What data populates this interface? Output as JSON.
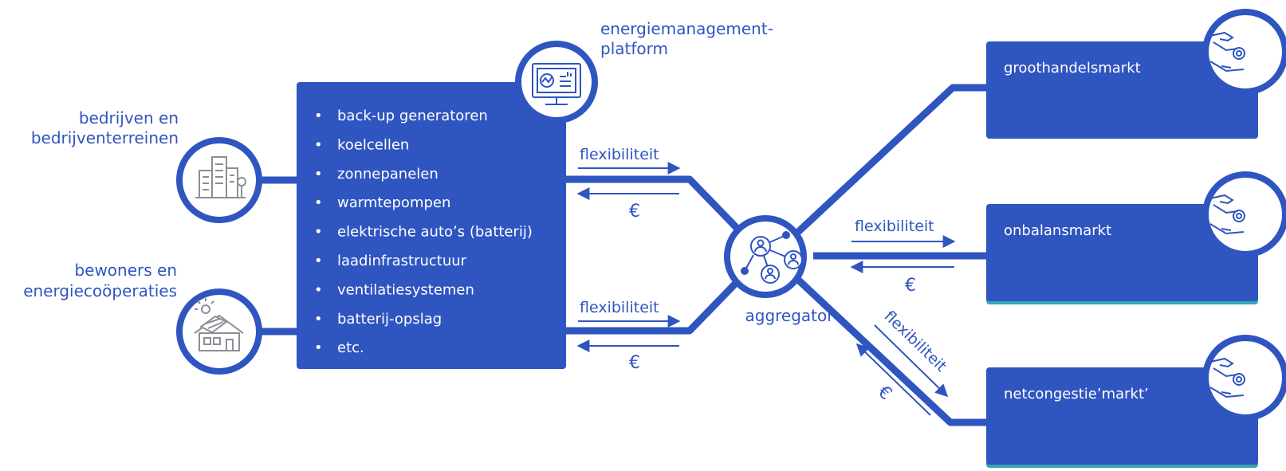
{
  "colors": {
    "primary": "#2f55c0",
    "icon_stroke": "#8a8f94",
    "box_text": "#ffffff",
    "label_text": "#2f55c0",
    "market_border": "#3aa6b5"
  },
  "actors": {
    "businesses": {
      "label_lines": [
        "bedrijven en",
        "bedrijventerreinen"
      ],
      "icon": "buildings-icon"
    },
    "residents": {
      "label_lines": [
        "bewoners en",
        "energiecoöperaties"
      ],
      "icon": "house-solar-icon"
    }
  },
  "assets_box": {
    "bullet": "•",
    "items": [
      "back-up generatoren",
      "koelcellen",
      "zonnepanelen",
      "warmtepompen",
      "elektrische auto’s (batterij)",
      "laadinfrastructuur",
      "ventilatiesystemen",
      "batterij-opslag",
      "etc."
    ]
  },
  "platform": {
    "label_lines": [
      "energiemanagement-",
      "platform"
    ],
    "icon": "monitor-dashboard-icon"
  },
  "aggregator": {
    "label": "aggregator",
    "icon": "network-people-icon"
  },
  "flows": {
    "flex_label": "flexibiliteit",
    "money_label": "€"
  },
  "markets": [
    {
      "label": "groothandelsmarkt",
      "icon": "hand-coin-icon"
    },
    {
      "label": "onbalansmarkt",
      "icon": "hand-coin-icon"
    },
    {
      "label": "netcongestie’markt’",
      "icon": "hand-coin-icon"
    }
  ]
}
